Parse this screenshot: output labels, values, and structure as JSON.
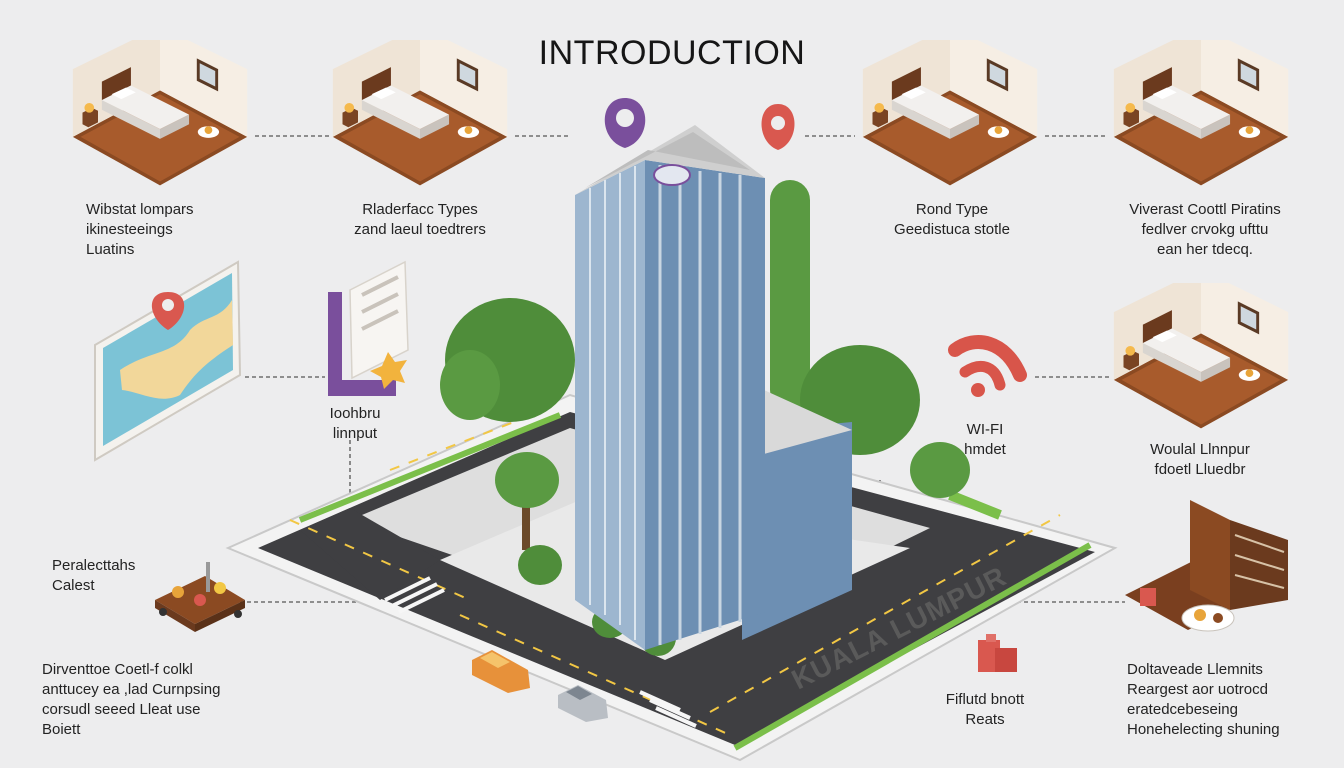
{
  "title": "INTRODUCTION",
  "street_label": "KUALA LUMPUR",
  "labels": {
    "top_left": [
      "Wibstat lompars",
      "ikinesteeings",
      "Luatins"
    ],
    "top_second": [
      "Rladerfacc Types",
      "zand laeul toedtrers"
    ],
    "top_third": [
      "Rond Type",
      "Geedistuca stotle"
    ],
    "top_right": [
      "Viverast Coottl Piratins",
      "fedlver crvokg ufttu",
      "ean her tdecq."
    ],
    "mid_location": [
      "Ioohbru",
      "linnput"
    ],
    "wifi": [
      "WI-FI",
      "hmdet"
    ],
    "mid_right": [
      "Woulal Llnnpur",
      "fdoetl Lluedbr"
    ],
    "left_dining": [
      "Peralecttahs",
      "Calest"
    ],
    "bottom_left": [
      "Dirventtoe Coetl-f colkl",
      "anttucey ea ,lad Curnpsing",
      "corsudl seeed Lleat use",
      "Boiett"
    ],
    "bottom_center": [
      "Fiflutd bnott",
      "Reats"
    ],
    "bottom_right": [
      "Doltaveade Llemnits",
      "Reargest aor uotrocd",
      "eratedcebeseing",
      "Honehelecting shuning"
    ]
  },
  "colors": {
    "background": "#ededee",
    "pin_purple": "#7a4f9c",
    "pin_red": "#d9584f",
    "wifi_red": "#d8554a",
    "glass": "#6d8fb3",
    "tree": "#4f8d3a",
    "road": "#3f3f42",
    "grass": "#7bbf4a"
  },
  "icons": [
    "hotel-room-icon",
    "location-pin-icon",
    "map-icon",
    "checklist-icon",
    "wifi-icon",
    "dining-cart-icon",
    "buffet-icon",
    "gift-icon",
    "taxi-icon",
    "car-icon",
    "hotel-tower-icon"
  ]
}
